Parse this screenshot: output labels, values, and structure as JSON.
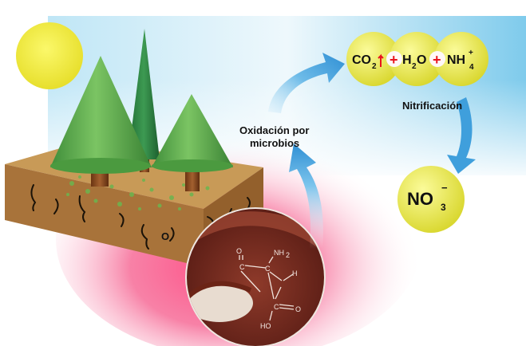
{
  "labels": {
    "oxidation_line1": "Oxidación por",
    "oxidation_line2": "microbios",
    "nitrification": "Nitrificación"
  },
  "formula": {
    "co2": "CO",
    "co2_sub": "2",
    "plus1": "+",
    "h2o_h": "H",
    "h2o_sub": "2",
    "h2o_o": "O",
    "plus2": "+",
    "nh4": "NH",
    "nh4_sup": "+",
    "nh4_sub": "4"
  },
  "nitrate": {
    "no": "NO",
    "sup": "−",
    "sub": "3"
  },
  "molecule": {
    "o_top": "O",
    "c1": "C",
    "nh2": "NH",
    "nh2_sub": "2",
    "c2": "C",
    "h": "H",
    "c3": "C",
    "o_right": "O",
    "ho": "HO"
  },
  "soil_o": "O",
  "colors": {
    "sky": "#8fd3ee",
    "pink": "#ef2a6a",
    "sun": "#f1ec3a",
    "soil": "#c99a55",
    "soil_side": "#a56f34",
    "tree": "#5fb04c",
    "trunk": "#8a4a20",
    "bubble": "#e9e850",
    "arrow": "#4ea8e0",
    "plus": "#e8131d",
    "circle": "#7b2a20"
  }
}
